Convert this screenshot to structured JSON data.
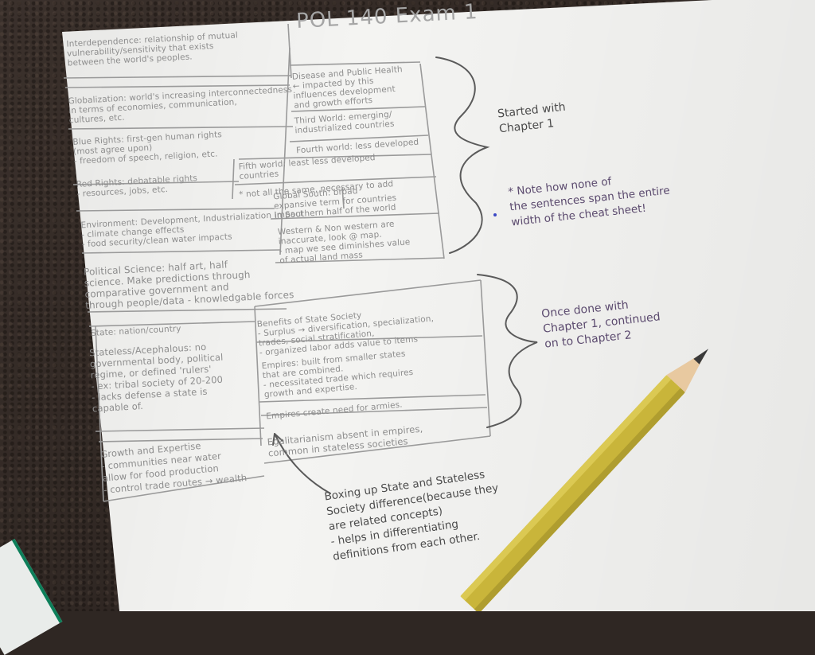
{
  "sheet": {
    "title": "POL 140 Exam 1",
    "left_column": [
      {
        "id": "interdependence",
        "text": "Interdependence: relationship of mutual\nvulnerability/sensitivity that exists\nbetween the world's peoples."
      },
      {
        "id": "globalization",
        "text": "Globalization: world's increasing interconnectedness\nin terms of economies, communication,\ncultures, etc."
      },
      {
        "id": "blue-rights",
        "text": "Blue Rights: first-gen human rights\n(most agree upon)\n- freedom of speech, religion, etc."
      },
      {
        "id": "red-rights",
        "text": "Red Rights: debatable rights\n- resources, jobs, etc."
      },
      {
        "id": "environment",
        "text": "Environment: Development, Industrialization Impact\n- climate change effects\n- food security/clean water impacts"
      },
      {
        "id": "political-science",
        "text": "Political Science: half art, half\nscience. Make predictions through\ncomparative government and\nthrough people/data - knowledgable forces"
      },
      {
        "id": "state",
        "text": "State: nation/country"
      },
      {
        "id": "stateless",
        "text": "Stateless/Acephalous: no\ngovernmental body, political\nregime, or defined 'rulers'\n- ex: tribal society of 20-200\n- lacks defense a state is\ncapable of."
      },
      {
        "id": "growth",
        "text": "Growth and Expertise\n- communities near water\nallow for food production\n- control trade routes → wealth"
      }
    ],
    "right_column": [
      {
        "id": "disease",
        "text": "Disease and Public Health\n← impacted by this\ninfluences development\nand growth efforts"
      },
      {
        "id": "third-world",
        "text": "Third World: emerging/\nindustrialized countries"
      },
      {
        "id": "fourth-world",
        "text": "Fourth world: less developed"
      },
      {
        "id": "fifth-world",
        "text": "Fifth world: least less developed\ncountries"
      },
      {
        "id": "not-all-same",
        "text": "* not all the same, necessary to add"
      },
      {
        "id": "global-south",
        "text": "Global South: broad\nexpansive term for countries\nin Southern half of the world"
      },
      {
        "id": "western",
        "text": "Western & Non western are\ninaccurate, look @ map.\n- map we see diminishes value\nof actual land mass"
      },
      {
        "id": "benefits",
        "text": "Benefits of State Society\n- Surplus → diversification, specialization,\ntrades, social stratification,\n- organized labor adds value to items"
      },
      {
        "id": "empires",
        "text": "Empires: built from smaller states\nthat are combined.\n- necessitated trade which requires\ngrowth and expertise."
      },
      {
        "id": "empires-armies",
        "text": "Empires create need for armies."
      },
      {
        "id": "egalitarianism",
        "text": "Egalitarianism absent in empires,\ncommon in stateless societies"
      }
    ]
  },
  "annotations": {
    "chapter1": "Started with\nChapter 1",
    "note": "* Note how none of\nthe sentences span the entire\nwidth of the cheat sheet!",
    "chapter2": "Once done with\nChapter 1, continued\non to Chapter 2",
    "boxing": "Boxing up State and Stateless\nSociety difference(because they\nare related concepts)\n- helps in differentiating\ndefinitions from each other."
  },
  "colors": {
    "pencil": "#8d8d8d",
    "ink": "#4b4b4b",
    "ink_purple": "#5b4a6e",
    "pencil_body": "#c9b53a",
    "counter": "#2f2723"
  }
}
